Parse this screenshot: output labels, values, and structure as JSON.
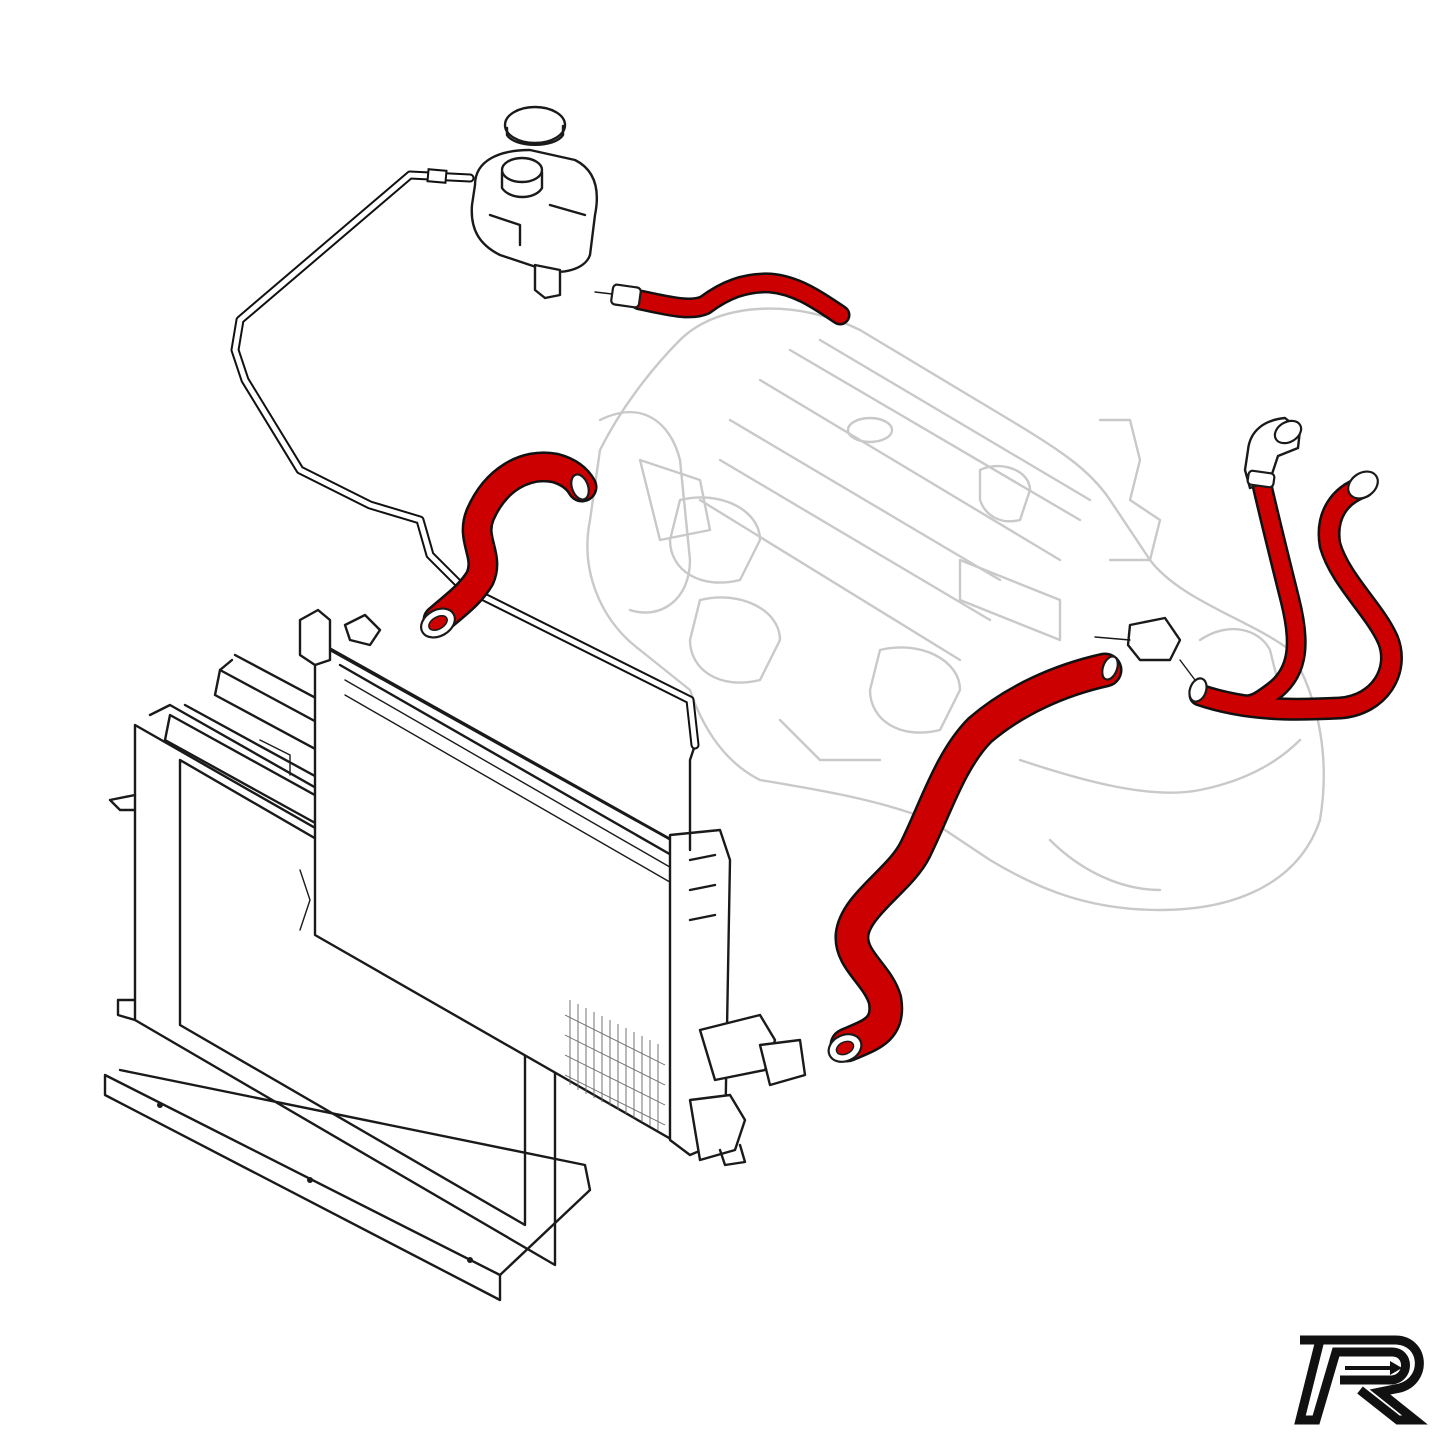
{
  "diagram": {
    "hose_color": "#cc0000",
    "outline_color": "#111111",
    "ghost_color": "#c9c9c9",
    "components": [
      "expansion-tank",
      "expansion-tank-cap",
      "overflow-line",
      "radiator",
      "fan-shroud",
      "engine-block",
      "upper-radiator-hose",
      "lower-radiator-hose",
      "expansion-tank-hose",
      "heater-hoses"
    ]
  },
  "logo": {
    "text": "R",
    "icon": "racing-r-logo-icon",
    "color": "#111111"
  }
}
